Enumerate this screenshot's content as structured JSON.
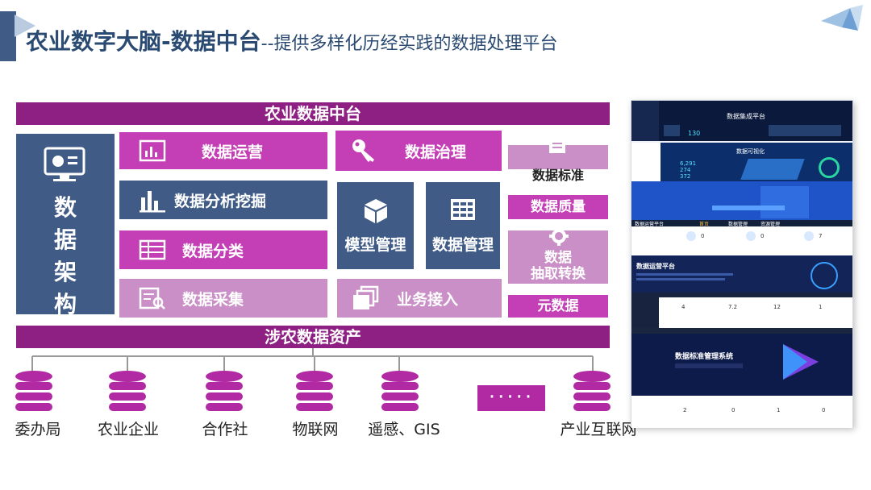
{
  "header": {
    "title_main": "农业数字大脑-数据中台",
    "title_sub": "--提供多样化历经实践的数据处理平台"
  },
  "diagram": {
    "top_band": "农业数据中台",
    "arch_label": "数据架构",
    "arch_chars": [
      "数",
      "据",
      "架",
      "构"
    ],
    "modules": {
      "ops": "数据运营",
      "mining": "数据分析挖掘",
      "classify": "数据分类",
      "collect": "数据采集",
      "governance": "数据治理",
      "model": "模型管理",
      "data_mgmt": "数据管理",
      "access": "业务接入"
    },
    "standards": {
      "standard": "数据标准",
      "quality": "数据质量",
      "etl_line1": "数据",
      "etl_line2": "抽取转换",
      "meta": "元数据"
    },
    "bottom_band": "涉农数据资产",
    "sources": [
      "委办局",
      "农业企业",
      "合作社",
      "物联网",
      "遥感、GIS",
      "产业互联网"
    ],
    "more": "·····"
  },
  "screens": {
    "s1_title": "数据集成平台",
    "s1_num1": "130",
    "s2_title": "数据可视化",
    "s2_nums": [
      "6,291",
      "274",
      "372"
    ],
    "s4_tabs": [
      "数据运营平台",
      "首页",
      "数据管理",
      "资源管理"
    ],
    "s4_stats": [
      "0",
      "0",
      "7"
    ],
    "s5_title": "数据运营平台",
    "s6_stats": [
      "4",
      "7.2",
      "12",
      "1"
    ],
    "s7_title": "数据标准管理系统",
    "s7_stats": [
      "2",
      "0",
      "1",
      "0"
    ]
  },
  "colors": {
    "band": "#8e1f83",
    "magenta": "#c43fb5",
    "navy": "#3f5b86",
    "light_magenta": "#c98fc6",
    "title": "#2a4a72"
  }
}
